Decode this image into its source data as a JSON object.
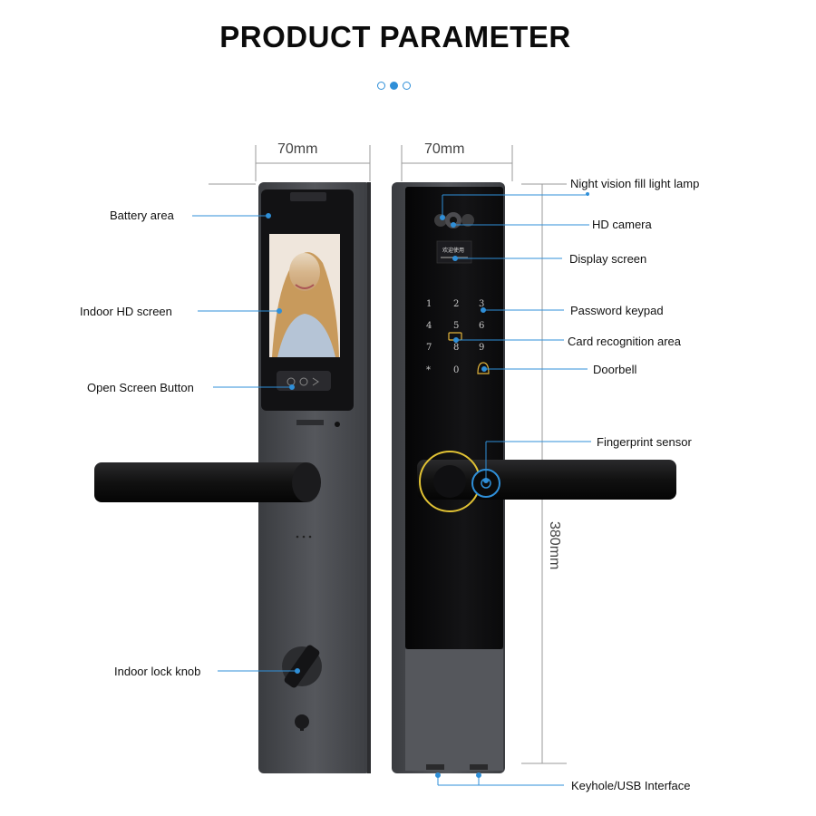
{
  "header": {
    "title": "PRODUCT PARAMETER"
  },
  "carousel": {
    "active_index": 1,
    "count": 3
  },
  "dimensions": {
    "left_width": "70mm",
    "right_width": "70mm",
    "height": "380mm"
  },
  "indoor_labels": {
    "battery": "Battery area",
    "screen": "Indoor HD screen",
    "open_button": "Open Screen Button",
    "knob": "Indoor lock knob"
  },
  "outdoor_labels": {
    "night_light": "Night vision fill light lamp",
    "camera": "HD camera",
    "display": "Display screen",
    "keypad": "Password keypad",
    "card": "Card recognition area",
    "doorbell": "Doorbell",
    "fingerprint": "Fingerprint sensor",
    "keyhole": "Keyhole/USB Interface"
  },
  "colors": {
    "accent": "#2f8fd8",
    "lock_body": "#46484c",
    "glass": "#0c0c0e"
  }
}
